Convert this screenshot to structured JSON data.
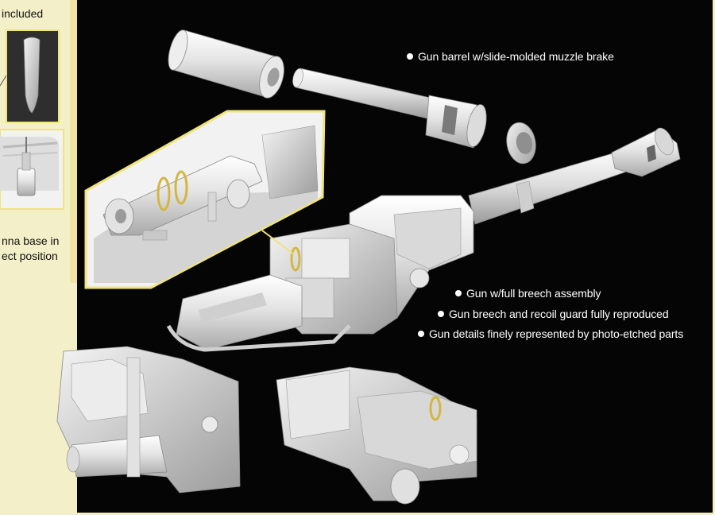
{
  "side_panel": {
    "included_text": "included",
    "antenna_line1": "nna base in",
    "antenna_line2": "ect position"
  },
  "callouts": [
    "Gun barrel w/slide-molded muzzle brake",
    "Gun w/full breech assembly",
    "Gun breech and recoil guard fully reproduced",
    "Gun details finely represented by photo-etched parts"
  ],
  "colors": {
    "background": "#050505",
    "panel": "#f3efc8",
    "highlight_frame": "#f0e47a",
    "photo_etch": "#d4b640",
    "callout_text": "#ffffff"
  }
}
